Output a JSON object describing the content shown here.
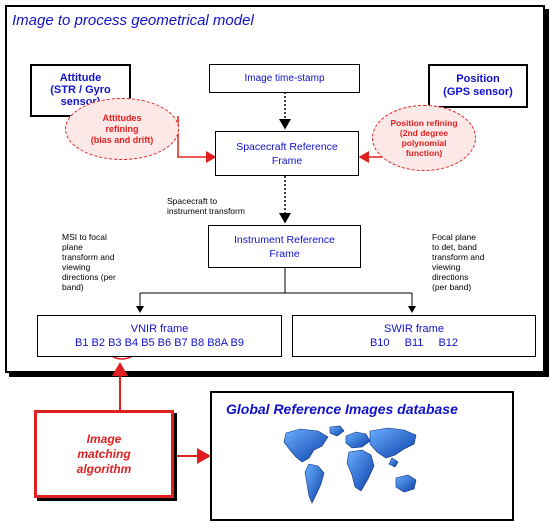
{
  "main_panel": {
    "title": "Image to process geometrical model"
  },
  "attitude": {
    "title": "Attitude",
    "subtitle": "(STR / Gyro",
    "subtitle2": "sensor)"
  },
  "attitude_refining": {
    "line1": "Attitudes",
    "line2": "refining",
    "line3": "(bias and drift)"
  },
  "timestamp": {
    "label": "Image time-stamp"
  },
  "position": {
    "title": "Position",
    "subtitle": "(GPS sensor)"
  },
  "position_refining": {
    "line1": "Position refining",
    "line2": "(2nd degree",
    "line3": "polynomial",
    "line4": "function)"
  },
  "spacecraft_frame": {
    "line1": "Spacecraft Reference",
    "line2": "Frame"
  },
  "spacecraft_transform_note": {
    "line1": "Spacecraft to",
    "line2": "instrument transform"
  },
  "instrument_frame": {
    "line1": "Instrument Reference",
    "line2": "Frame"
  },
  "msi_note": {
    "lines": [
      "MSI to focal",
      "plane",
      "transform and",
      "viewing",
      "directions (per",
      "band)"
    ]
  },
  "focal_note": {
    "lines": [
      "Focal plane",
      "to det, band",
      "transform and",
      "viewing",
      "directions",
      "(per band)"
    ]
  },
  "vnir": {
    "title": "VNIR frame",
    "bands": [
      "B1",
      "B2",
      "B3",
      "B4",
      "B5",
      "B6",
      "B7",
      "B8",
      "B8A",
      "B9"
    ]
  },
  "swir": {
    "title": "SWIR frame",
    "bands": [
      "B10",
      "B11",
      "B12"
    ]
  },
  "matching": {
    "line1": "Image",
    "line2": "matching",
    "line3": "algorithm"
  },
  "global_db": {
    "title": "Global Reference Images database"
  },
  "colors": {
    "blue_text": "#1111cc",
    "red": "#e02020",
    "ellipse_fill": "#fde8e8"
  }
}
